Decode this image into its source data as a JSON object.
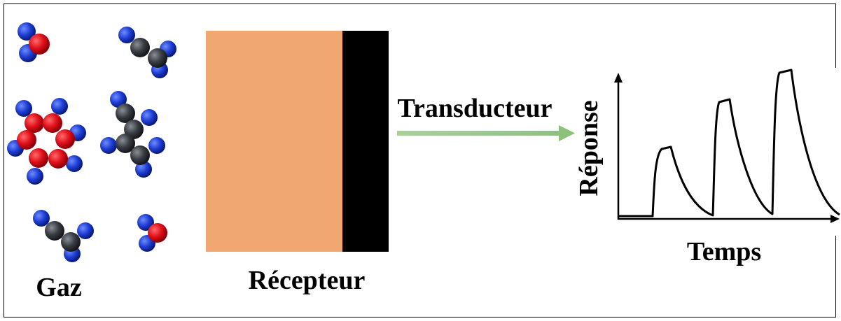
{
  "labels": {
    "gas": "Gaz",
    "receptor": "Récepteur",
    "transducer": "Transducteur",
    "response": "Réponse",
    "time": "Temps"
  },
  "colors": {
    "nitrogen_atom": "#1f3fd6",
    "oxygen_atom": "#e0101a",
    "carbon_atom": "#3a3d44",
    "receptor_layer": "#f0a772",
    "transducer_layer": "#000000",
    "arrow": "#9dcb87",
    "curve": "#000000"
  },
  "icons": {
    "molecule_types": [
      "nitrous-oxide-molecule",
      "ring-molecule",
      "branched-molecule"
    ]
  }
}
